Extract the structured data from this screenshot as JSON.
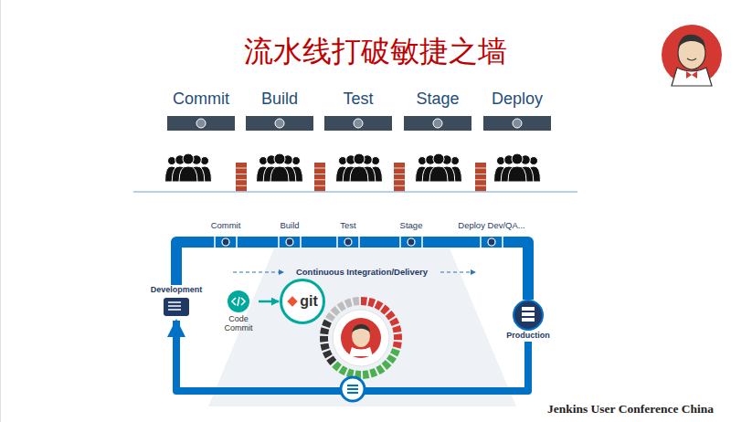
{
  "diagram": {
    "title": "流水线打破敏捷之墙",
    "nodes": [
      {
        "text": [
          "Development"
        ]
      },
      {
        "text": [
          "Code Commit"
        ]
      },
      {
        "text": [
          "git"
        ]
      },
      {
        "text": [
          "Production"
        ]
      }
    ],
    "edges": [
      {
        "from": 0,
        "to": 3,
        "arrow": "none"
      },
      {
        "from": 3,
        "to": 0,
        "arrow": "to"
      },
      {
        "from": 1,
        "to": 2,
        "arrow": "to"
      }
    ],
    "labels": [
      "Commit",
      "Build",
      "Test",
      "Stage",
      "Deploy",
      "Commit",
      "Build",
      "Test",
      "Stage",
      "Deploy Dev/QA...",
      "Continuous Integration/Delivery",
      "Jenkins User Conference China"
    ]
  }
}
